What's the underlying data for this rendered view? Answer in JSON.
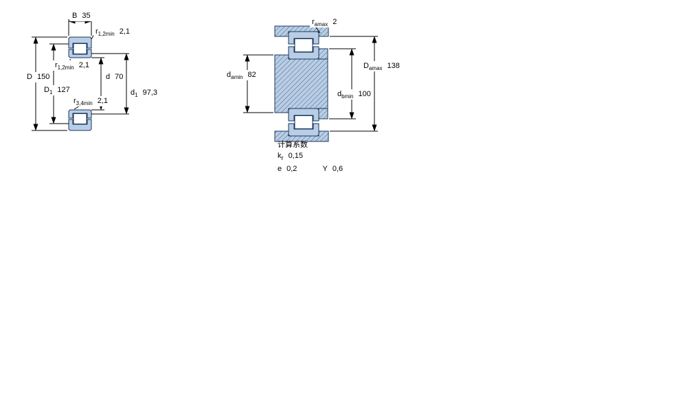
{
  "colors": {
    "bearing-fill": "#b9cde5",
    "outline": "#17375e",
    "dim-line": "#000000",
    "text": "#000000",
    "bg": "#ffffff"
  },
  "left_figure": {
    "name": "bearing-cross-section",
    "dims": {
      "B": {
        "sym": "B",
        "sub": "",
        "val": "35"
      },
      "r12_top": {
        "sym": "r",
        "sub": "1,2min",
        "val": "2,1"
      },
      "r12_bore": {
        "sym": "r",
        "sub": "1,2min",
        "val": "2,1"
      },
      "D": {
        "sym": "D",
        "sub": "",
        "val": "150"
      },
      "D1": {
        "sym": "D",
        "sub": "1",
        "val": "127"
      },
      "d": {
        "sym": "d",
        "sub": "",
        "val": "70"
      },
      "d1": {
        "sym": "d",
        "sub": "1",
        "val": "97,3"
      },
      "r34": {
        "sym": "r",
        "sub": "3,4min",
        "val": "2,1"
      }
    }
  },
  "right_figure": {
    "name": "abutment-dimensions",
    "dims": {
      "ra": {
        "sym": "r",
        "sub": "amax",
        "val": "2"
      },
      "da": {
        "sym": "d",
        "sub": "amin",
        "val": "82"
      },
      "Da": {
        "sym": "D",
        "sub": "amax",
        "val": "138"
      },
      "db": {
        "sym": "d",
        "sub": "bmin",
        "val": "100"
      }
    }
  },
  "calculation_factors": {
    "title": "计算系数",
    "kr": {
      "sym": "k",
      "sub": "r",
      "val": "0,15"
    },
    "e": {
      "sym": "e",
      "sub": "",
      "val": "0,2"
    },
    "Y": {
      "sym": "Y",
      "sub": "",
      "val": "0,6"
    }
  }
}
